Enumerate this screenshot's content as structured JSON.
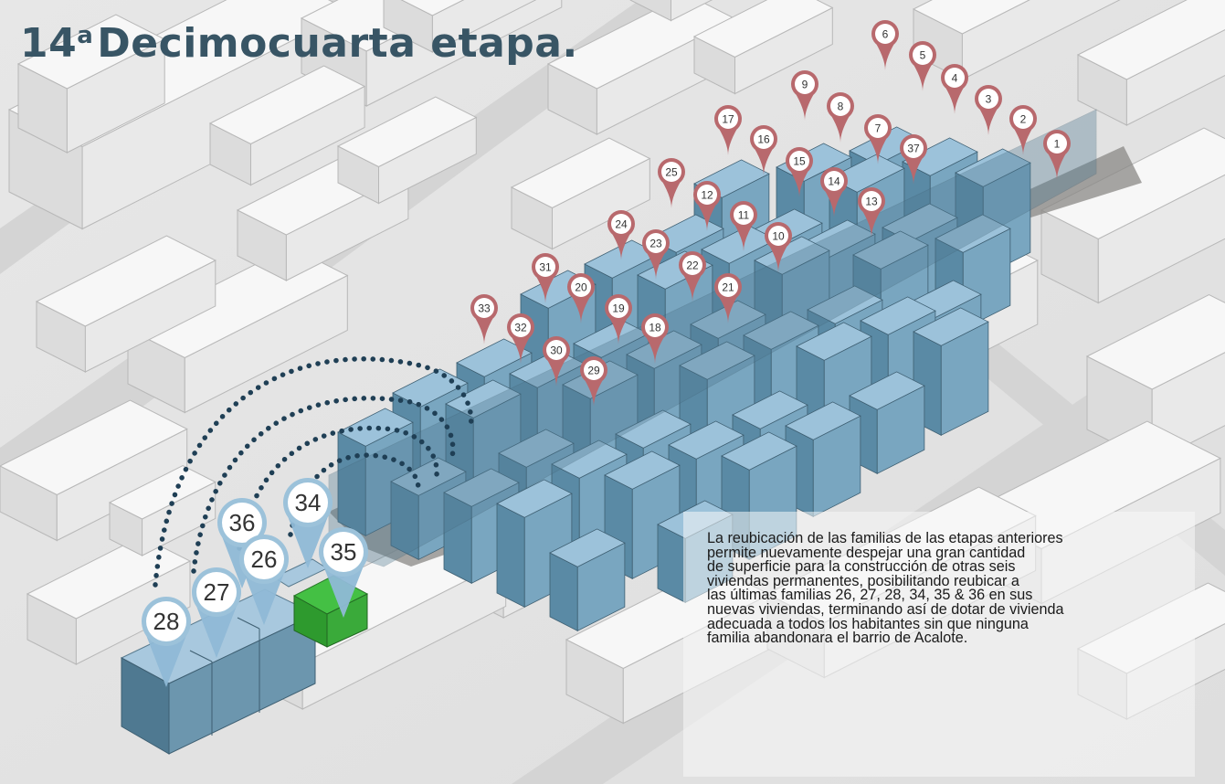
{
  "title": {
    "number": "14",
    "ordinal": "a",
    "text": "Decimocuarta etapa."
  },
  "description": "La reubicación de las familias de las etapas anteriores\npermite nuevamente despejar una gran cantidad\nde superficie para la construcción de otras seis\nviviendas permanentes, posibilitando reubicar a\nlas últimas familias 26, 27, 28, 34, 35 & 36 en sus\nnuevas viviendas, terminando así de dotar de vivienda\nadecuada a todos los habitantes sin que ninguna\nfamilia abandonara el barrio de Acalote.",
  "markers_small": [
    "6",
    "5",
    "4",
    "3",
    "2",
    "1",
    "9",
    "8",
    "7",
    "37",
    "17",
    "16",
    "15",
    "14",
    "13",
    "25",
    "12",
    "11",
    "10",
    "24",
    "23",
    "22",
    "21",
    "31",
    "20",
    "19",
    "18",
    "33",
    "32",
    "30",
    "29"
  ],
  "markers_large": [
    "34",
    "36",
    "26",
    "35",
    "27",
    "28"
  ],
  "colors": {
    "title": "#385565",
    "marker_outline": "#b8696d",
    "marker_large_fill": "#8fb9d6",
    "housing_blue": "#7aa6c0",
    "new_green": "#33aa33",
    "background_buildings": "#f4f4f4",
    "connection_dots": "#1f3f55"
  }
}
